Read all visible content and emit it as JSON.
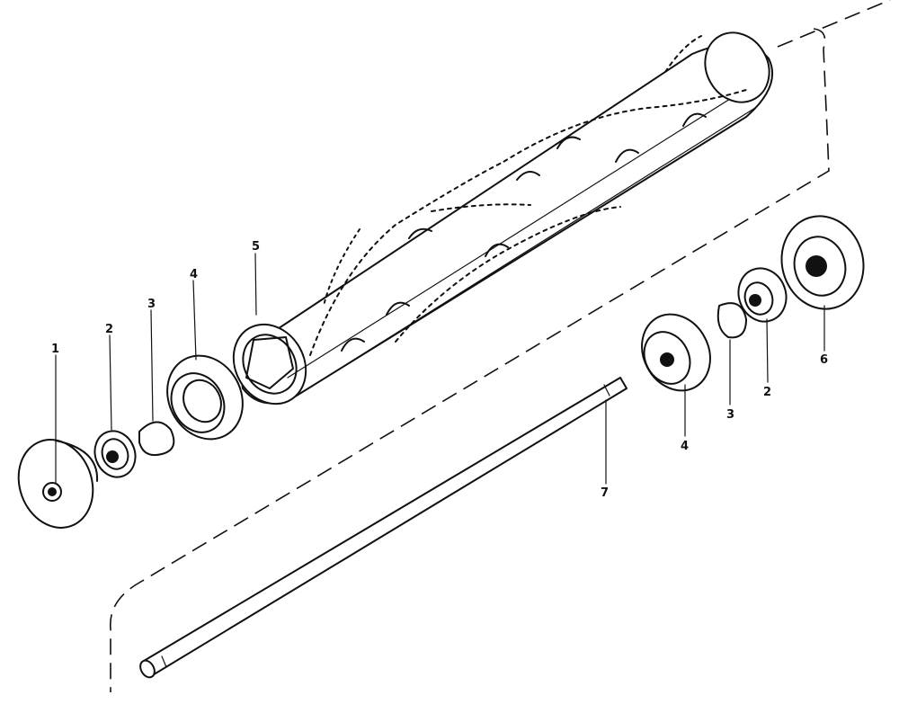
{
  "callouts": {
    "c1": "1",
    "c2_left": "2",
    "c3_left": "3",
    "c4_left": "4",
    "c5": "5",
    "c4_right": "4",
    "c3_right": "3",
    "c2_right": "2",
    "c6": "6",
    "c7": "7"
  },
  "colors": {
    "ink": "#111111",
    "paper": "#ffffff"
  }
}
